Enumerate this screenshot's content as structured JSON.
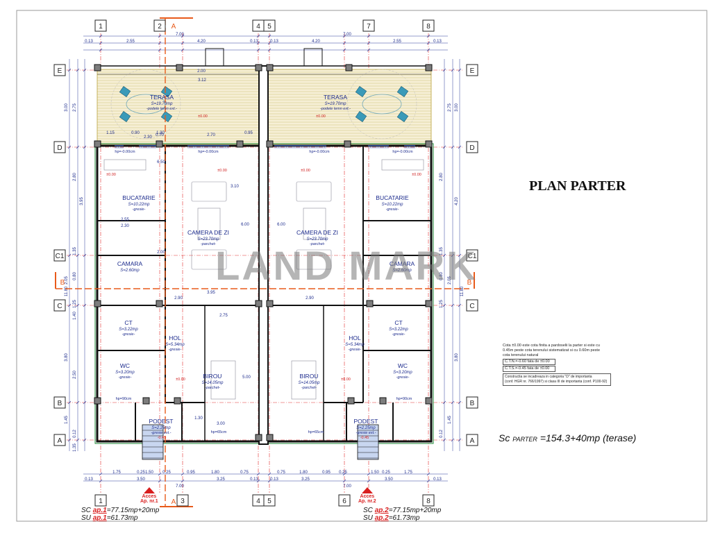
{
  "plan": {
    "title": "PLAN PARTER",
    "watermark": "LAND MARK",
    "sc_total_prefix": "Sc",
    "sc_total_sub": "PARTER",
    "sc_total_value": "=154.3+40mp (terase)"
  },
  "axes": {
    "top": [
      "1",
      "2",
      "4",
      "5",
      "7",
      "8"
    ],
    "bottom": [
      "1",
      "3",
      "4",
      "5",
      "6",
      "8"
    ],
    "left": [
      "E",
      "D",
      "C1",
      "C",
      "B",
      "A"
    ],
    "right": [
      "E",
      "D",
      "C1",
      "C",
      "B",
      "A"
    ],
    "section_a": "A",
    "section_b": "B"
  },
  "rooms_left": [
    {
      "name": "TERASA",
      "area": "S=19.70mp",
      "finish": "-podele lemn ext.-"
    },
    {
      "name": "BUCATARIE",
      "area": "S=10.22mp",
      "finish": "-gresie-"
    },
    {
      "name": "CAMERA DE ZI",
      "area": "S=23.70mp",
      "finish": "-parchet-"
    },
    {
      "name": "CAMARA",
      "area": "S=2.60mp",
      "finish": ""
    },
    {
      "name": "CT",
      "area": "S=3.22mp",
      "finish": "-gresie-"
    },
    {
      "name": "HOL",
      "area": "S=5.34mp",
      "finish": "-gresie-"
    },
    {
      "name": "WC",
      "area": "S=3.20mp",
      "finish": "-gresie-"
    },
    {
      "name": "BIROU",
      "area": "S=14.05mp",
      "finish": "-parchet-"
    },
    {
      "name": "PODEST",
      "area": "S=2.25mp",
      "finish": "-gresie ext.-"
    }
  ],
  "rooms_right": [
    {
      "name": "TERASA",
      "area": "S=19.70mp",
      "finish": "-podele lemn ext.-"
    },
    {
      "name": "BUCATARIE",
      "area": "S=10.22mp",
      "finish": "-gresie-"
    },
    {
      "name": "CAMERA DE ZI",
      "area": "S=23.70mp",
      "finish": "-parchet-"
    },
    {
      "name": "CAMARA",
      "area": "S=2.60mp",
      "finish": ""
    },
    {
      "name": "CT",
      "area": "S=3.22mp",
      "finish": "-gresie-"
    },
    {
      "name": "HOL",
      "area": "S=5.34mp",
      "finish": "-gresie-"
    },
    {
      "name": "WC",
      "area": "S=3.20mp",
      "finish": "-gresie-"
    },
    {
      "name": "BIROU",
      "area": "S=14.05mp",
      "finish": "-parchet-"
    },
    {
      "name": "PODEST",
      "area": "S=2.25mp",
      "finish": "-gresie ext.-"
    }
  ],
  "dims": {
    "top_total_l": "7.00",
    "top_total_r": "7.00",
    "top_parts": [
      "0.13",
      "2.55",
      "4.20",
      "0.13",
      "0.13",
      "4.20",
      "2.55",
      "0.13"
    ],
    "bottom_total_l": "7.00",
    "bottom_total_r": "7.00",
    "bottom_parts": [
      "0.13",
      "3.50",
      "3.25",
      "0.13",
      "0.13",
      "3.25",
      "3.50",
      "0.13"
    ],
    "bottom_parts2": [
      "1.75",
      "0.25",
      "1.50",
      "0.25",
      "0.95",
      "1.80",
      "0.75",
      "0.75",
      "1.80",
      "0.95",
      "0.25",
      "1.50",
      "0.25",
      "1.75"
    ],
    "left_side": [
      "3.00",
      "2.75",
      "2.80",
      "3.95",
      "1.35",
      "0.80",
      "2.05",
      "1.25",
      "1.40",
      "3.80",
      "2.50",
      "1.45",
      "0.12",
      "1.35"
    ],
    "right_side": [
      "3.00",
      "2.75",
      "4.20",
      "2.80",
      "1.35",
      "0.80",
      "2.05",
      "1.25",
      "3.80",
      "1.45",
      "0.12"
    ],
    "side_total_l": "11.80",
    "side_total_r": "11.80",
    "inner": [
      "6.50",
      "6.00",
      "3.10",
      "2.00",
      "3.95",
      "2.90",
      "2.75",
      "2.90",
      "3.00",
      "1.30",
      "5.00",
      "6.00",
      "2.55",
      "2.30",
      "3.12",
      "2.00",
      "0.70",
      "2.70",
      "2.30",
      "1.15",
      "0.90",
      "1.30",
      "0.95"
    ],
    "levels": [
      "±0.00",
      "±0.00",
      "±0.00",
      "±0.00",
      "±0.00",
      "±0.00",
      "±0.00",
      "±0.00",
      "-0.45",
      "-0.45"
    ],
    "hp": [
      "hp=-0.00cm",
      "hp=-0.00cm",
      "hp=-0.00cm",
      "hp=-0.00cm",
      "hp=65cm",
      "hp=65cm",
      "hp=90cm",
      "hp=90cm"
    ]
  },
  "acces": {
    "left": [
      "Acces",
      "Ap. nr.1"
    ],
    "right": [
      "Acces",
      "Ap. nr.2"
    ]
  },
  "ap1": {
    "sc_label": "SC",
    "sc_name": "ap.1",
    "sc_value": "=77.15mp+20mp",
    "su_label": "SU",
    "su_name": "ap.1",
    "su_value": "=61.73mp"
  },
  "ap2": {
    "sc_label": "SC",
    "sc_name": "ap.2",
    "sc_value": "=77.15mp+20mp",
    "su_label": "SU",
    "su_name": "ap.2",
    "su_value": "=61.73mp"
  },
  "notes": {
    "line1": "Cota ±0.00 este cota finita a pardoselii la parter si este cu",
    "line2": "0.45m peste cota terenului sistematizat si cu 0.60m peste",
    "line3": "cota terenului natural",
    "ctn": "C.T.N.=-0.60 fata de ±0.00",
    "cts": "C.T.S.=-0.45 fata de ±0.00",
    "cat1": "Constructia se incadreaza in categoria \"D\" de importanta",
    "cat2": "(conf. HGR nr. 766/1997) si clasa III de importanta (conf. P100-92)"
  },
  "colors": {
    "grid": "#e03030",
    "wall": "#111111",
    "dim": "#2a3a9a",
    "text": "#1b2a8c",
    "green": "#1d8a34",
    "section": "#e85a1a",
    "gold": "#b9a23a"
  }
}
